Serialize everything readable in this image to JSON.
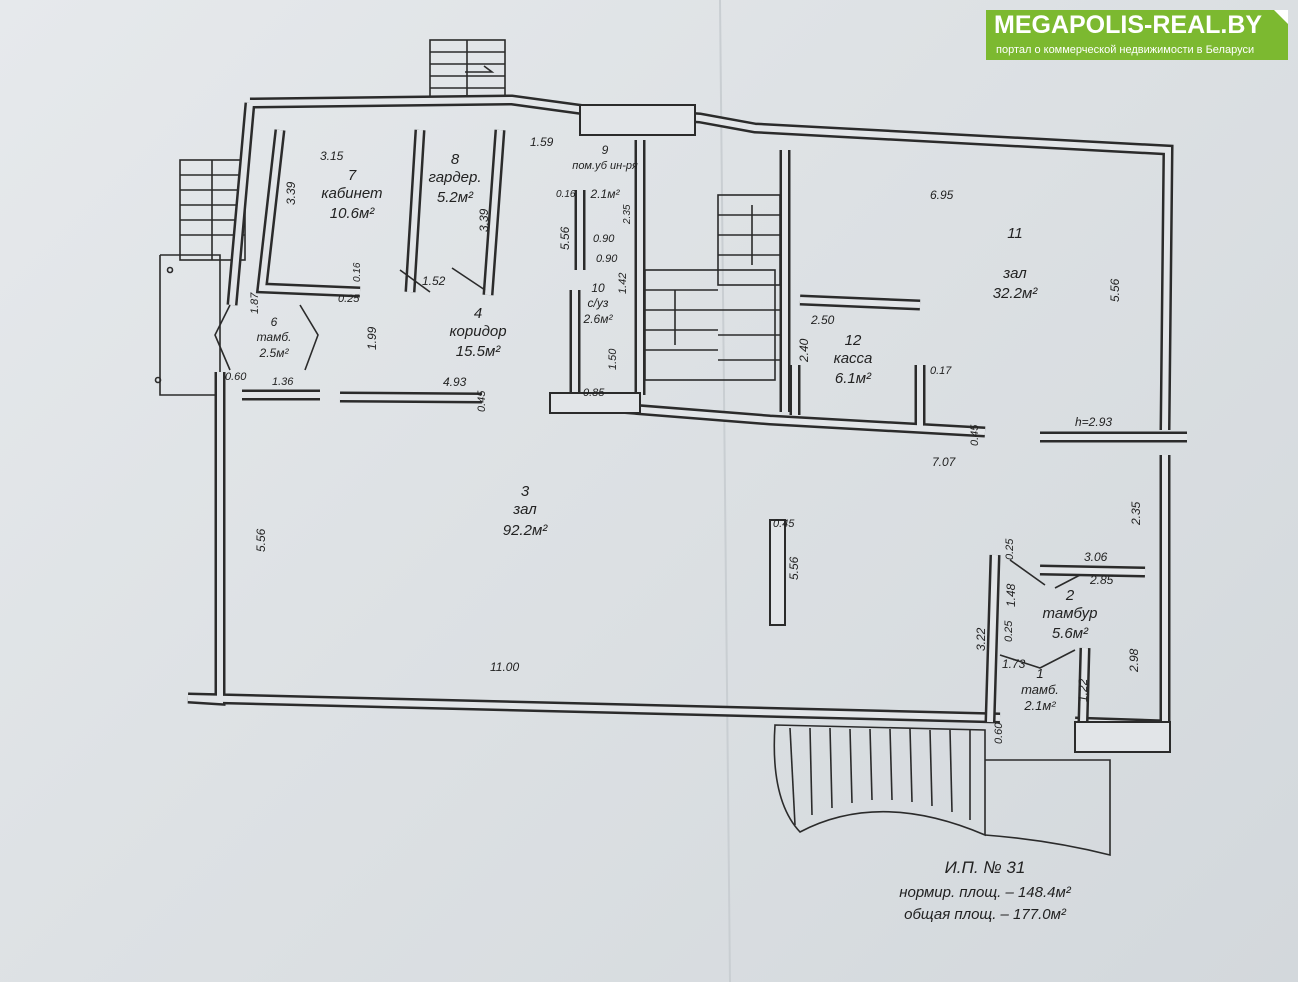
{
  "logo": {
    "title": "MEGAPOLIS-REAL.BY",
    "subtitle": "портал о коммерческой недвижимости в Беларуси",
    "color": "#7cb930"
  },
  "rooms": [
    {
      "number": "7",
      "name": "кабинет",
      "area": "10.6м²"
    },
    {
      "number": "8",
      "name": "гардер.",
      "area": "5.2м²"
    },
    {
      "number": "9",
      "name": "пом.уб ин-ря",
      "area": "2.1м²"
    },
    {
      "number": "4",
      "name": "коридор",
      "area": "15.5м²"
    },
    {
      "number": "10",
      "name": "с/уз",
      "area": "2.6м²"
    },
    {
      "number": "6",
      "name": "тамб.",
      "area": "2.5м²"
    },
    {
      "number": "11",
      "name": "зал",
      "area": "32.2м²"
    },
    {
      "number": "12",
      "name": "касса",
      "area": "6.1м²"
    },
    {
      "number": "3",
      "name": "зал",
      "area": "92.2м²"
    },
    {
      "number": "2",
      "name": "тамбур",
      "area": "5.6м²"
    },
    {
      "number": "1",
      "name": "тамб.",
      "area": "2.1м²"
    }
  ],
  "dimensions": [
    "3.15",
    "3.39",
    "3.39",
    "1.59",
    "0.16",
    "2.35",
    "5.56",
    "0.90",
    "0.90",
    "0.16",
    "1.52",
    "0.25",
    "1.87",
    "1.99",
    "1.42",
    "1.50",
    "0.60",
    "1.36",
    "4.93",
    "0.45",
    "0.85",
    "6.95",
    "5.56",
    "2.50",
    "2.40",
    "0.17",
    "h=2.93",
    "0.45",
    "7.07",
    "5.56",
    "0.45",
    "5.56",
    "11.00",
    "2.35",
    "0.25",
    "3.06",
    "2.85",
    "1.48",
    "0.25",
    "3.22",
    "1.73",
    "1.22",
    "2.98",
    "0.60"
  ],
  "footer": {
    "id": "И.П. № 31",
    "norm_area": "нормир. площ. – 148.4м²",
    "total_area": "общая площ. – 177.0м²"
  }
}
